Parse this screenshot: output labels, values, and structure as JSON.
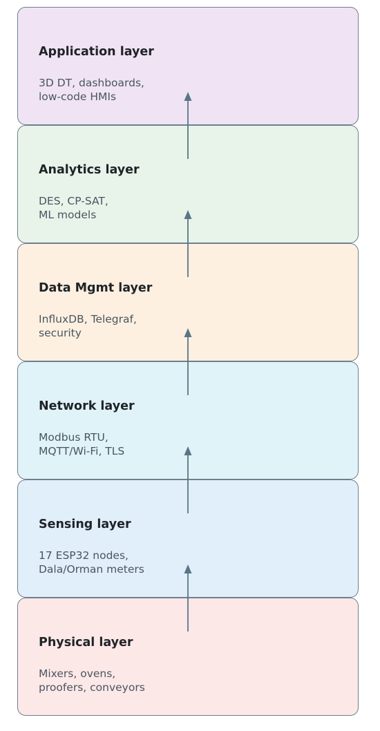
{
  "layers": [
    {
      "title": "Application layer",
      "desc_line1": "3D DT, dashboards,",
      "desc_line2": "low-code HMIs",
      "fill": "#f0e4f4"
    },
    {
      "title": "Analytics layer",
      "desc_line1": "DES, CP-SAT,",
      "desc_line2": "ML models",
      "fill": "#e8f4ea"
    },
    {
      "title": "Data Mgmt layer",
      "desc_line1": "InfluxDB, Telegraf,",
      "desc_line2": "security",
      "fill": "#fdf0e0"
    },
    {
      "title": "Network layer",
      "desc_line1": "Modbus RTU,",
      "desc_line2": "MQTT/Wi-Fi, TLS",
      "fill": "#e0f3f8"
    },
    {
      "title": "Sensing layer",
      "desc_line1": "17 ESP32 nodes,",
      "desc_line2": "Dala/Orman meters",
      "fill": "#e1effa"
    },
    {
      "title": "Physical layer",
      "desc_line1": "Mixers, ovens,",
      "desc_line2": "proofers, conveyors",
      "fill": "#fde8e8"
    }
  ],
  "colors": {
    "border": "#6e7f8d",
    "arrow": "#5a7585"
  }
}
